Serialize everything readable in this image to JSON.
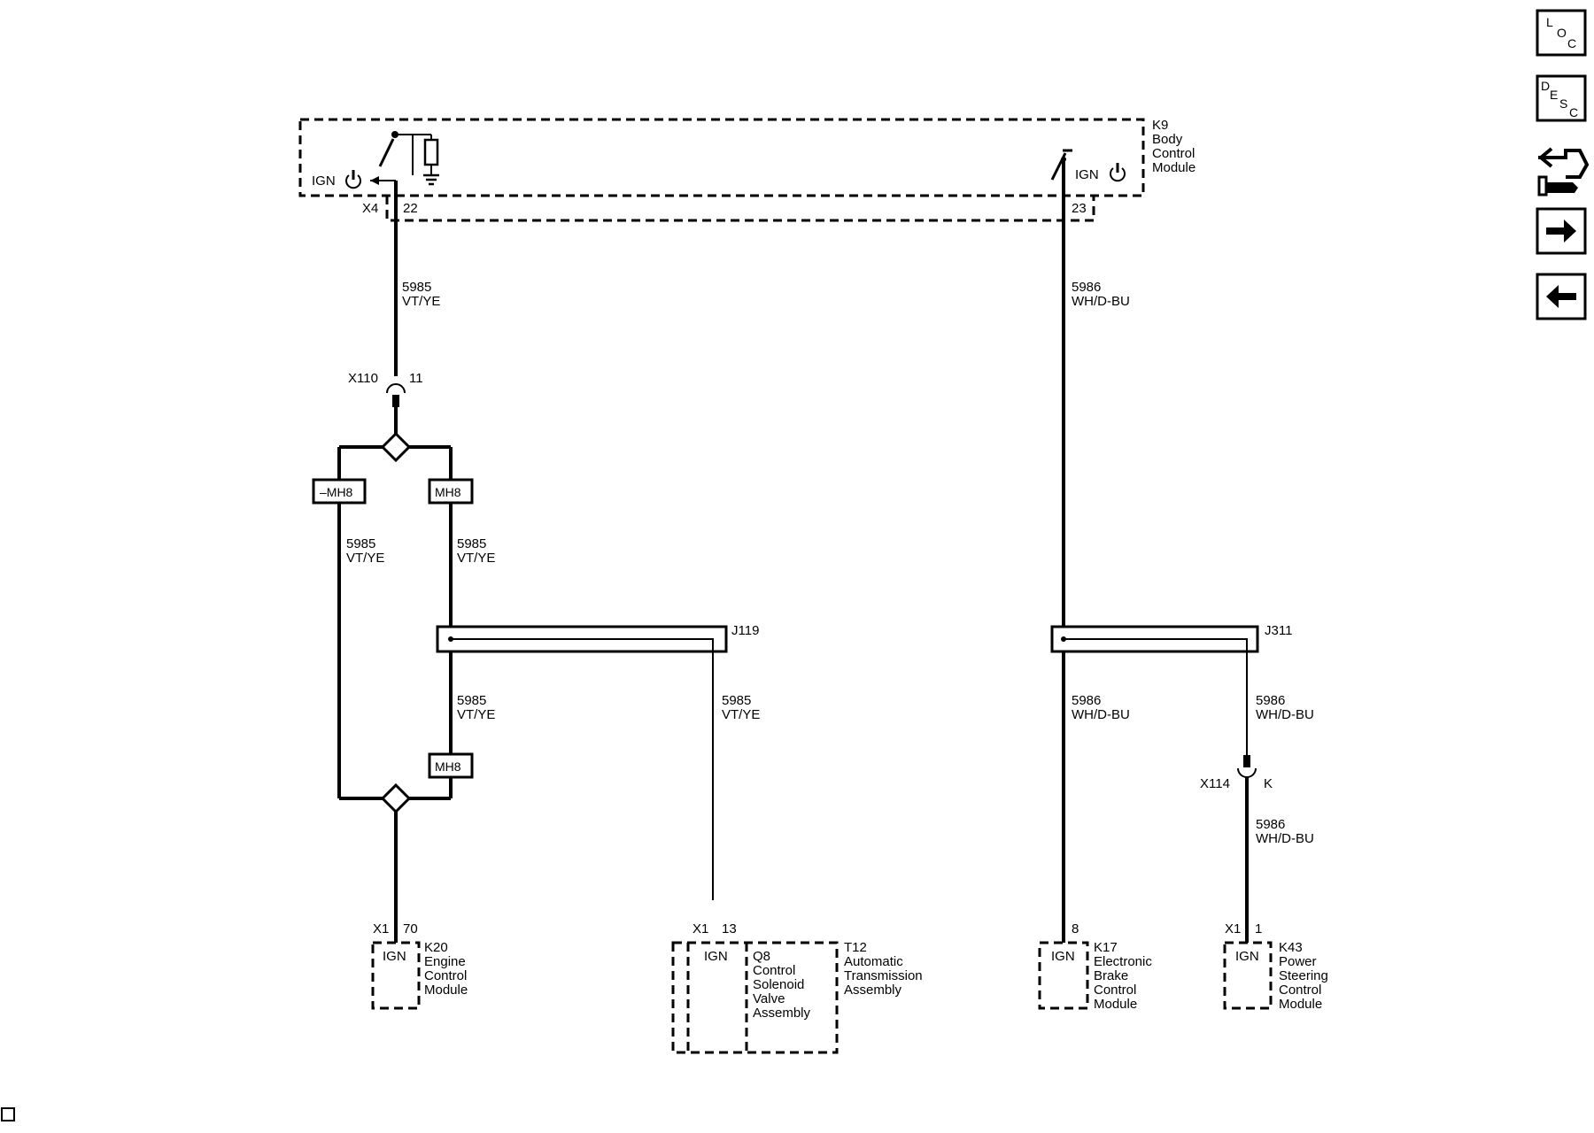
{
  "nav": {
    "loc": {
      "l1": "L",
      "l2": "O",
      "l3": "C"
    },
    "desc": {
      "l1": "D",
      "l2": "E",
      "l3": "S",
      "l4": "C"
    },
    "icons": [
      "loc-icon",
      "desc-icon",
      "connector-wrench-icon",
      "arrow-right-icon",
      "arrow-left-icon"
    ]
  },
  "bcm": {
    "id": "K9",
    "name1": "Body",
    "name2": "Control",
    "name3": "Module",
    "ign_left": "IGN",
    "ign_right": "IGN",
    "connector": "X4",
    "pin_left": "22",
    "pin_right": "23"
  },
  "wires": {
    "vt_ckt": "5985",
    "vt_color": "VT/YE",
    "wh_ckt": "5986",
    "wh_color": "WH/D-BU"
  },
  "connectors": {
    "x110": "X110",
    "x110_pin": "11",
    "x114": "X114",
    "x114_pin": "K",
    "mh8_neg": "–MH8",
    "mh8": "MH8",
    "j119": "J119",
    "j311": "J311"
  },
  "modules": {
    "k20": {
      "conn": "X1",
      "pin": "70",
      "ign": "IGN",
      "id": "K20",
      "n1": "Engine",
      "n2": "Control",
      "n3": "Module"
    },
    "t12": {
      "conn": "X1",
      "pin": "13",
      "ign": "IGN",
      "q8": "Q8",
      "q1": "Control",
      "q2": "Solenoid",
      "q3": "Valve",
      "q4": "Assembly",
      "id": "T12",
      "n1": "Automatic",
      "n2": "Transmission",
      "n3": "Assembly"
    },
    "k17": {
      "pin": "8",
      "ign": "IGN",
      "id": "K17",
      "n1": "Electronic",
      "n2": "Brake",
      "n3": "Control",
      "n4": "Module"
    },
    "k43": {
      "conn": "X1",
      "pin": "1",
      "ign": "IGN",
      "id": "K43",
      "n1": "Power",
      "n2": "Steering",
      "n3": "Control",
      "n4": "Module"
    }
  }
}
